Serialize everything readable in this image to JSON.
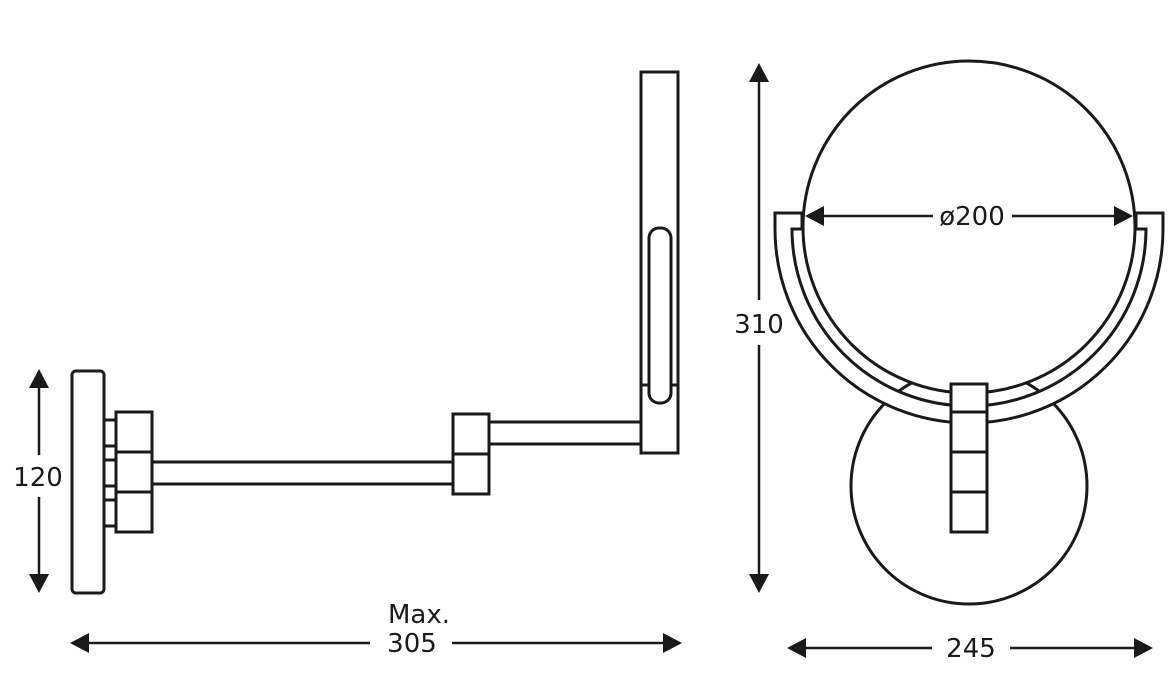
{
  "dimensions": {
    "height_label": "120",
    "length_prefix": "Max.",
    "length_label": "305",
    "total_height_label": "310",
    "diameter_label": "ø200",
    "width_label": "245"
  },
  "colors": {
    "line": "#1a1a1a",
    "background": "#ffffff"
  }
}
